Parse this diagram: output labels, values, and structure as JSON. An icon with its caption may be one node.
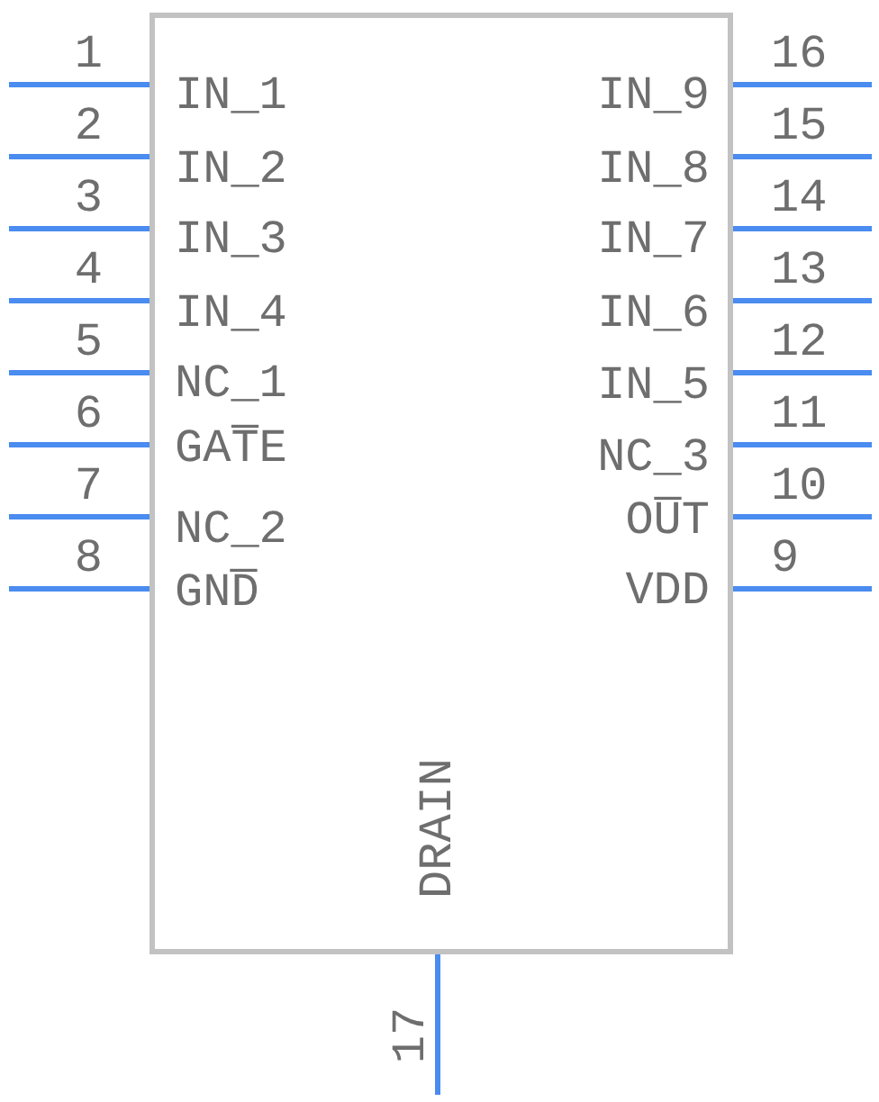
{
  "diagram": {
    "nodes": [
      {
        "text": [
          "IN_1",
          "IN_2",
          "IN_3",
          "IN_4",
          "NC_1",
          "GAT̅E",
          "NC_2",
          "GND̅",
          "IN_9",
          "IN_8",
          "IN_7",
          "IN_6",
          "IN_5",
          "NC_3",
          "OU̅T",
          "VDD",
          "DRAIN"
        ]
      }
    ],
    "labels": [
      "1",
      "16",
      "2",
      "15",
      "3",
      "14",
      "4",
      "13",
      "5",
      "12",
      "6",
      "11",
      "7",
      "10",
      "8",
      "9",
      "17"
    ]
  }
}
